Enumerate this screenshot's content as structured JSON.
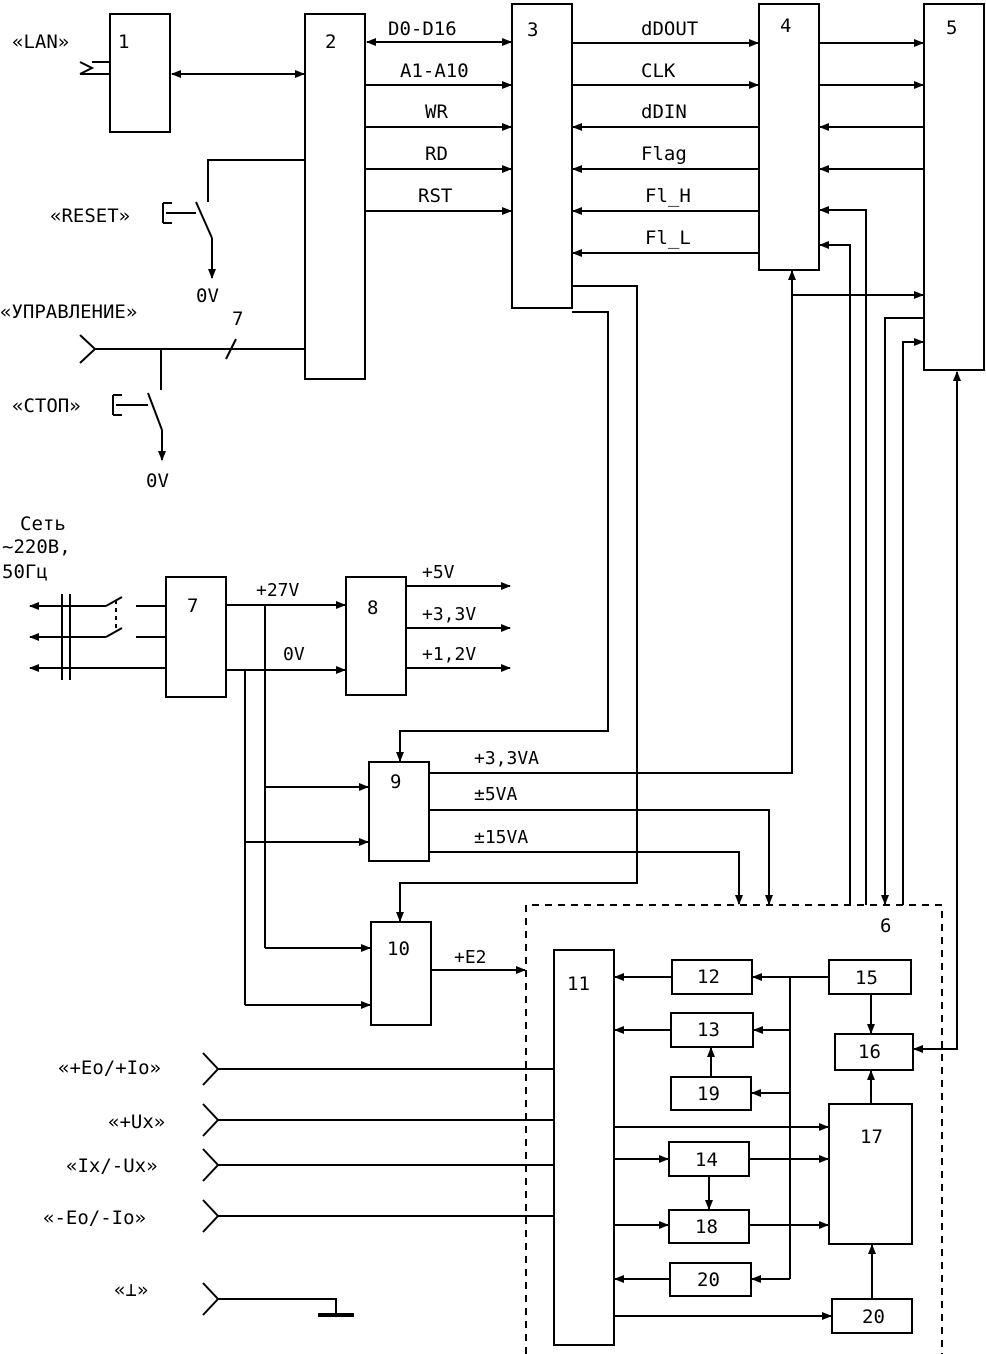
{
  "blocks": {
    "b1": "1",
    "b2": "2",
    "b3": "3",
    "b4": "4",
    "b5": "5",
    "b6": "6",
    "b7": "7",
    "b8": "8",
    "b9": "9",
    "b10": "10",
    "b11": "11",
    "b12": "12",
    "b13": "13",
    "b14": "14",
    "b15": "15",
    "b16": "16",
    "b17": "17",
    "b18": "18",
    "b19": "19",
    "b20a": "20",
    "b20b": "20"
  },
  "signals": {
    "d0d16": "D0-D16",
    "a1a10": "A1-A10",
    "wr": "WR",
    "rd": "RD",
    "rst": "RST",
    "ddout": "dDOUT",
    "clk": "CLK",
    "ddin": "dDIN",
    "flag": "Flag",
    "flh": "Fl_H",
    "fll": "Fl_L",
    "bus_width": "7"
  },
  "inputs": {
    "lan": "«LAN»",
    "reset": "«RESET»",
    "control": "«УПРАВЛЕНИЕ»",
    "stop": "«СТОП»",
    "ground_reset": "0V",
    "ground_stop": "0V",
    "eo_io_plus": "«+Eo/+Io»",
    "ux_plus": "«+Ux»",
    "ix_ux_minus": "«Ix/-Ux»",
    "eo_io_minus": "«-Eo/-Io»",
    "ground_symbol": "«⊥»"
  },
  "mains": {
    "line1": "Сеть",
    "line2": "~220В,",
    "line3": "50Гц"
  },
  "power": {
    "v27": "+27V",
    "v0": "0V",
    "v5": "+5V",
    "v33": "+3,3V",
    "v12": "+1,2V",
    "va33": "+3,3VA",
    "va5": "±5VA",
    "va15": "±15VA",
    "e2": "+E2"
  }
}
